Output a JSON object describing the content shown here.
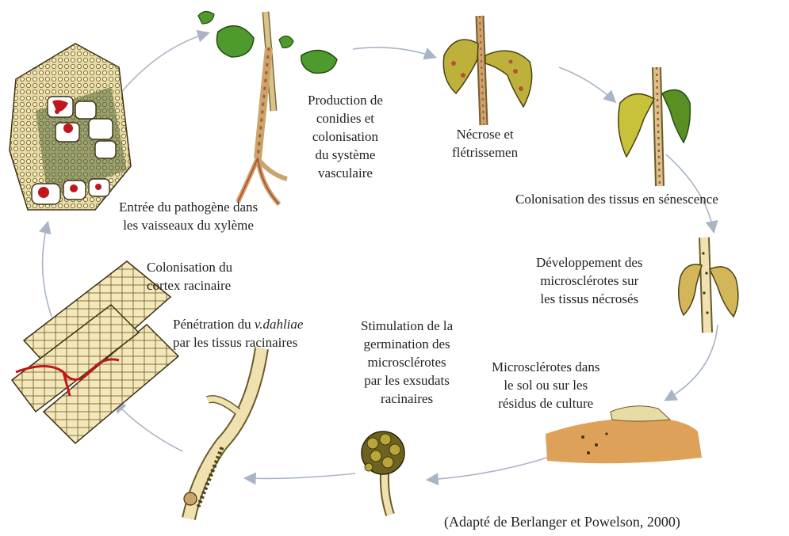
{
  "stages": {
    "production": {
      "lines": [
        "Production de",
        "conidies et",
        "colonisation",
        "du système",
        "vasculaire"
      ]
    },
    "necrose": {
      "lines": [
        "Nécrose et",
        "flétrissemen"
      ]
    },
    "senescence": {
      "lines": [
        "Colonisation des tissus en sénescence"
      ]
    },
    "developpement": {
      "lines": [
        "Développement des",
        "microsclérotes sur",
        "les tissus nécrosés"
      ]
    },
    "sol": {
      "lines": [
        "Microsclérotes dans",
        "le sol ou sur les",
        "résidus de culture"
      ]
    },
    "stimulation": {
      "lines": [
        "Stimulation de la",
        "germination des",
        "microsclérotes",
        "par les exsudats",
        "racinaires"
      ]
    },
    "penetration": {
      "line1_prefix": "Pénétration du ",
      "line1_italic": "v.dahliae",
      "line2": "par les tissus racinaires"
    },
    "cortex": {
      "lines": [
        "Colonisation du",
        "cortex racinaire"
      ]
    },
    "entree": {
      "lines": [
        "Entrée du pathogène dans",
        "les vaisseaux du xylème"
      ]
    }
  },
  "caption": "(Adapté de Berlanger et Powelson, 2000)",
  "colors": {
    "arrow": "#a9b4c6",
    "leaf_green": "#4f9a2c",
    "stem": "#c9a56a",
    "lesion": "#b5523a",
    "yellow_leaf": "#c8c23a",
    "root": "#efe2b0",
    "soil": "#d8903c",
    "cell_red": "#c0161c"
  }
}
